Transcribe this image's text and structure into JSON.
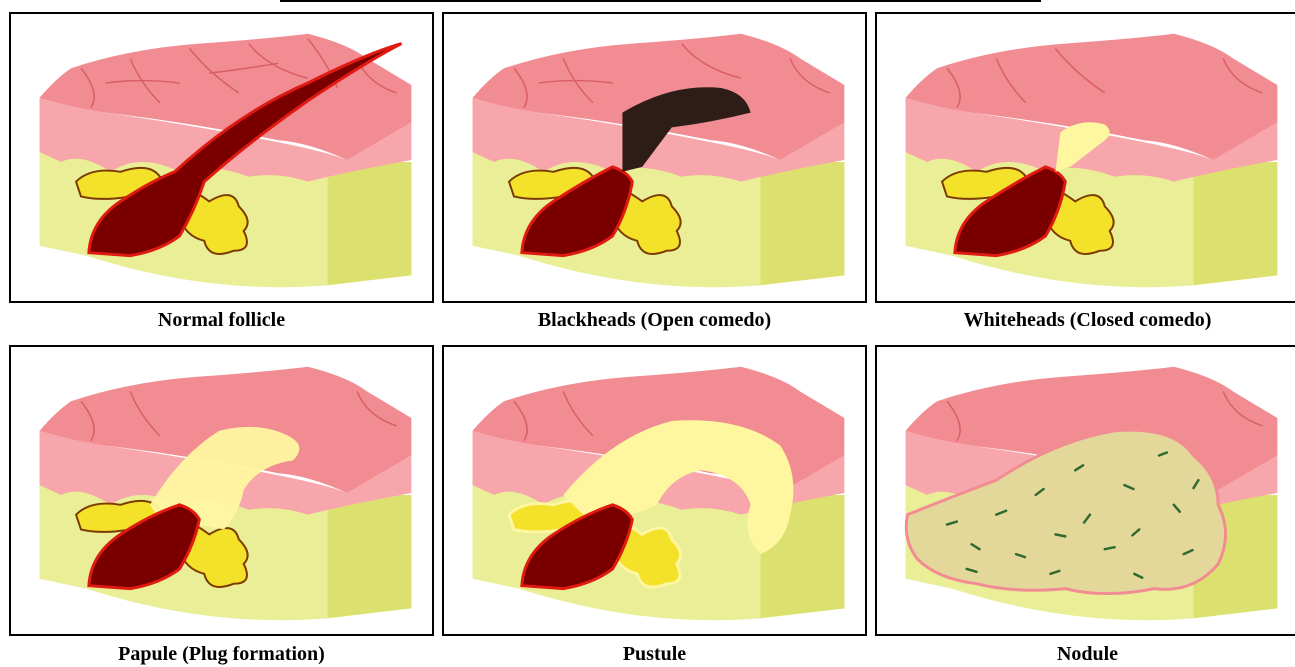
{
  "captions": {
    "normal": "Normal follicle",
    "blackhead": "Blackheads (Open comedo)",
    "whitehead": "Whiteheads (Closed comedo)",
    "papule": "Papule (Plug formation)",
    "pustule": "Pustule",
    "nodule": "Nodule"
  },
  "colors": {
    "epidermis_top": "#f28c93",
    "epidermis_front": "#f7a6ab",
    "dermis": "#eaee96",
    "dermis_side": "#dbe06f",
    "follicle": "#7a0000",
    "follicle_rim": "#e01a10",
    "gland": "#f3e12a",
    "plug_black": "#2e1d17",
    "plug_white": "#fff6a0",
    "nodule_fill": "#e3d79a",
    "bacteria": "#2f6b2f"
  }
}
